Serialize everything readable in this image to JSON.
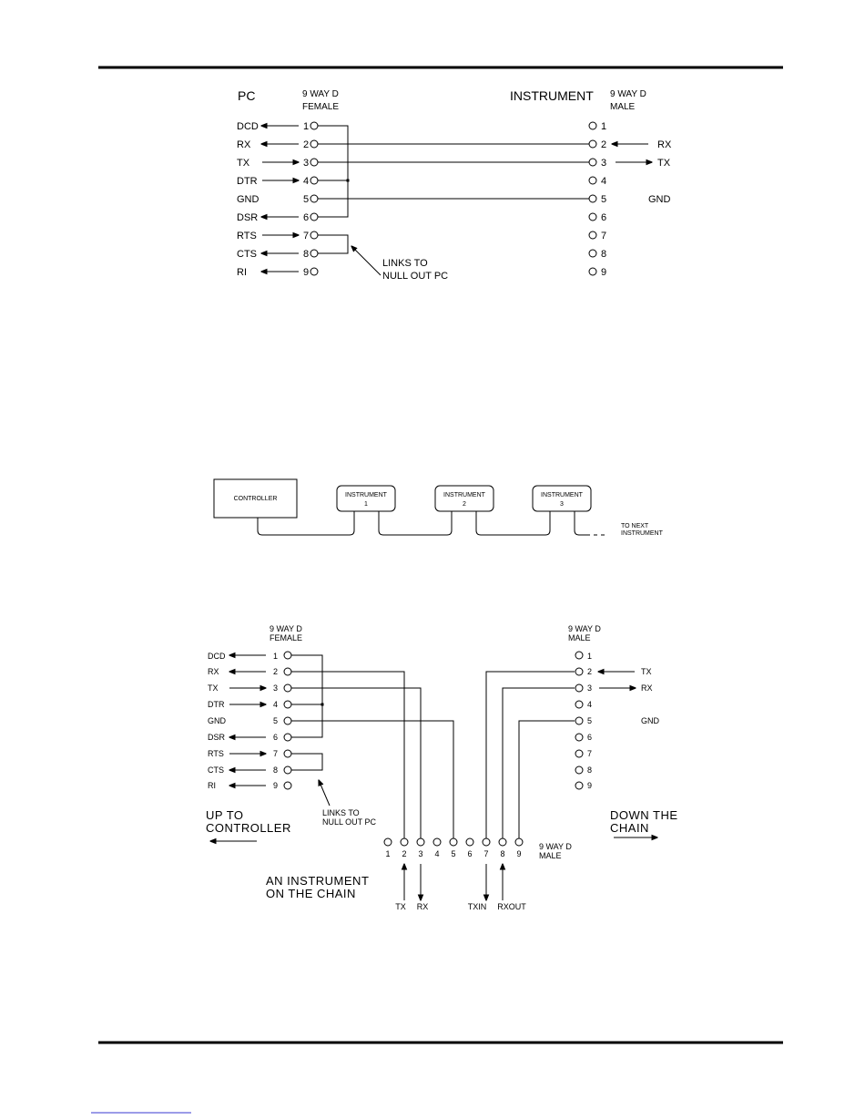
{
  "top": {
    "pc_title": "PC",
    "female_l1": "9 WAY D",
    "female_l2": "FEMALE",
    "instrument_title": "INSTRUMENT",
    "male_l1": "9 WAY D",
    "male_l2": "MALE",
    "left_signals": [
      "DCD",
      "RX",
      "TX",
      "DTR",
      "GND",
      "DSR",
      "RTS",
      "CTS",
      "RI"
    ],
    "pins": [
      "1",
      "2",
      "3",
      "4",
      "5",
      "6",
      "7",
      "8",
      "9"
    ],
    "right_rx": "RX",
    "right_tx": "TX",
    "right_gnd": "GND",
    "links_l1": "LINKS TO",
    "links_l2": "NULL OUT PC"
  },
  "middle": {
    "controller": "CONTROLLER",
    "instruments": [
      {
        "l1": "INSTRUMENT",
        "l2": "1"
      },
      {
        "l1": "INSTRUMENT",
        "l2": "2"
      },
      {
        "l1": "INSTRUMENT",
        "l2": "3"
      }
    ],
    "next_l1": "TO NEXT",
    "next_l2": "INSTRUMENT"
  },
  "bottom": {
    "female_l1": "9 WAY D",
    "female_l2": "FEMALE",
    "male_l1": "9 WAY D",
    "male_l2": "MALE",
    "left_signals": [
      "DCD",
      "RX",
      "TX",
      "DTR",
      "GND",
      "DSR",
      "RTS",
      "CTS",
      "RI"
    ],
    "pins": [
      "1",
      "2",
      "3",
      "4",
      "5",
      "6",
      "7",
      "8",
      "9"
    ],
    "right_tx": "TX",
    "right_rx": "RX",
    "right_gnd": "GND",
    "links_l1": "LINKS TO",
    "links_l2": "NULL OUT PC",
    "up_l1": "UP TO",
    "up_l2": "CONTROLLER",
    "down_l1": "DOWN THE",
    "down_l2": "CHAIN",
    "instr_l1": "AN INSTRUMENT",
    "instr_l2": "ON THE CHAIN",
    "conn_l1": "9 WAY D",
    "conn_l2": "MALE",
    "b_tx": "TX",
    "b_rx": "RX",
    "b_txin": "TXIN",
    "b_rxout": "RXOUT"
  }
}
